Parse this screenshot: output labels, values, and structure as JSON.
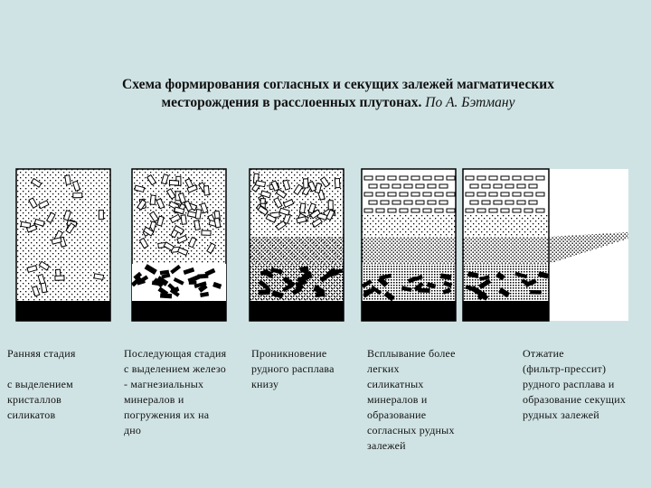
{
  "title": {
    "line1": "Схема формирования согласных и секущих залежей магматических",
    "line2_bold": "месторождения в расслоенных плутонах.",
    "line2_italic": "По А. Бэтману"
  },
  "stages": [
    {
      "id": "early",
      "caption": [
        "Ранняя стадия",
        "",
        "с выделением",
        "кристаллов",
        "силикатов"
      ]
    },
    {
      "id": "subsequent",
      "caption": [
        "Последующая стадия",
        "с выделением железо",
        "- магнезиальных",
        "минералов и",
        "погружения их на",
        "дно"
      ]
    },
    {
      "id": "penetration",
      "caption": [
        "Проникновение",
        "рудного расплава",
        "книзу"
      ]
    },
    {
      "id": "floating",
      "caption": [
        "Всплывание более",
        "легких",
        "силикатных",
        "минералов и",
        "образование",
        "согласных рудных",
        "залежей"
      ]
    },
    {
      "id": "squeeze",
      "caption": [
        "Отжатие",
        "(фильтр-прессит)",
        "рудного расплава и",
        "образование секущих",
        "рудных залежей"
      ]
    }
  ],
  "colors": {
    "background": "#d0e3e4",
    "panel": "#ffffff",
    "ink": "#000000"
  }
}
